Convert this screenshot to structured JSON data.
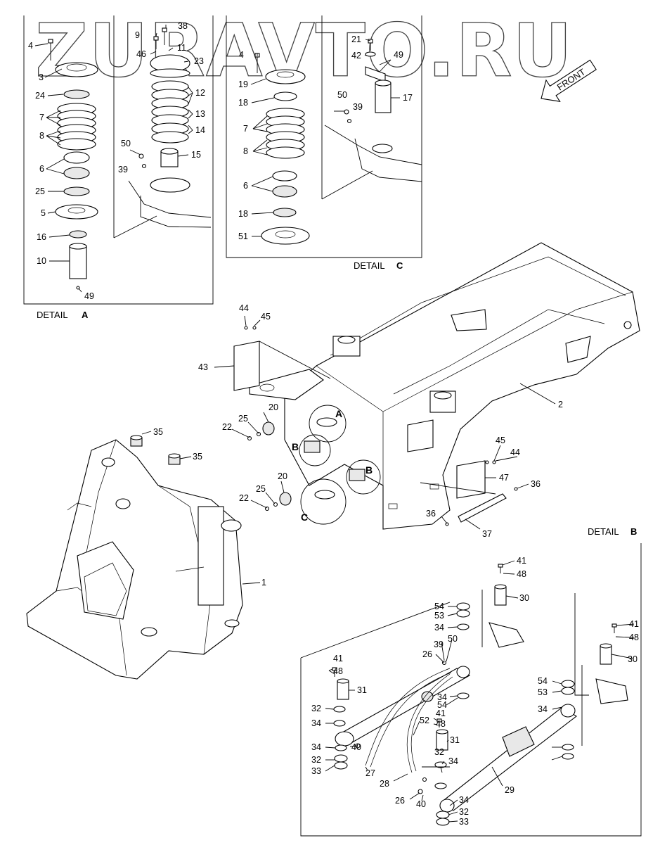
{
  "watermark": "ZURAVTO.RU",
  "front_arrow": "FRONT",
  "details": {
    "a": {
      "prefix": "DETAIL",
      "letter": "A"
    },
    "b": {
      "prefix": "DETAIL",
      "letter": "B"
    },
    "c": {
      "prefix": "DETAIL",
      "letter": "C"
    }
  },
  "callout_letters": {
    "a": "A",
    "b1": "B",
    "b2": "B",
    "c": "C"
  },
  "callouts": [
    {
      "t": "4"
    },
    {
      "t": "3"
    },
    {
      "t": "24"
    },
    {
      "t": "7"
    },
    {
      "t": "8"
    },
    {
      "t": "6"
    },
    {
      "t": "25"
    },
    {
      "t": "5"
    },
    {
      "t": "16"
    },
    {
      "t": "10"
    },
    {
      "t": "49"
    },
    {
      "t": "9"
    },
    {
      "t": "38"
    },
    {
      "t": "46"
    },
    {
      "t": "11"
    },
    {
      "t": "23"
    },
    {
      "t": "12"
    },
    {
      "t": "13"
    },
    {
      "t": "14"
    },
    {
      "t": "50"
    },
    {
      "t": "39"
    },
    {
      "t": "15"
    },
    {
      "t": "4"
    },
    {
      "t": "19"
    },
    {
      "t": "18"
    },
    {
      "t": "7"
    },
    {
      "t": "8"
    },
    {
      "t": "6"
    },
    {
      "t": "18"
    },
    {
      "t": "51"
    },
    {
      "t": "21"
    },
    {
      "t": "42"
    },
    {
      "t": "49"
    },
    {
      "t": "17"
    },
    {
      "t": "50"
    },
    {
      "t": "39"
    },
    {
      "t": "44"
    },
    {
      "t": "45"
    },
    {
      "t": "43"
    },
    {
      "t": "20"
    },
    {
      "t": "25"
    },
    {
      "t": "22"
    },
    {
      "t": "2"
    },
    {
      "t": "45"
    },
    {
      "t": "44"
    },
    {
      "t": "47"
    },
    {
      "t": "36"
    },
    {
      "t": "36"
    },
    {
      "t": "37"
    },
    {
      "t": "20"
    },
    {
      "t": "25"
    },
    {
      "t": "22"
    },
    {
      "t": "35"
    },
    {
      "t": "35"
    },
    {
      "t": "1"
    },
    {
      "t": "41"
    },
    {
      "t": "48"
    },
    {
      "t": "30"
    },
    {
      "t": "54"
    },
    {
      "t": "53"
    },
    {
      "t": "34"
    },
    {
      "t": "39"
    },
    {
      "t": "50"
    },
    {
      "t": "26"
    },
    {
      "t": "41"
    },
    {
      "t": "48"
    },
    {
      "t": "30"
    },
    {
      "t": "41"
    },
    {
      "t": "48"
    },
    {
      "t": "31"
    },
    {
      "t": "54"
    },
    {
      "t": "53"
    },
    {
      "t": "34"
    },
    {
      "t": "32"
    },
    {
      "t": "34"
    },
    {
      "t": "41"
    },
    {
      "t": "48"
    },
    {
      "t": "34"
    },
    {
      "t": "54"
    },
    {
      "t": "52"
    },
    {
      "t": "31"
    },
    {
      "t": "34"
    },
    {
      "t": "40"
    },
    {
      "t": "32"
    },
    {
      "t": "33"
    },
    {
      "t": "27"
    },
    {
      "t": "32"
    },
    {
      "t": "34"
    },
    {
      "t": "29"
    },
    {
      "t": "28"
    },
    {
      "t": "26"
    },
    {
      "t": "40"
    },
    {
      "t": "34"
    },
    {
      "t": "32"
    },
    {
      "t": "33"
    }
  ]
}
